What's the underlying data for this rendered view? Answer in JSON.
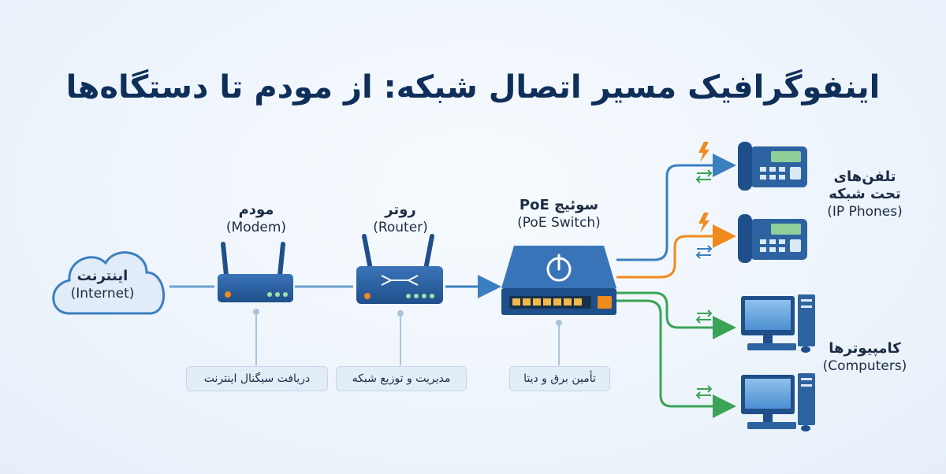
{
  "title": "اینفوگرافیک مسیر اتصال شبکه: از مودم تا دستگاه‌ها",
  "nodes": {
    "internet": {
      "fa": "اینترنت",
      "en": "(Internet)"
    },
    "modem": {
      "fa": "مودم",
      "en": "(Modem)",
      "desc": "دریافت سیگنال اینترنت"
    },
    "router": {
      "fa": "روتر",
      "en": "(Router)",
      "desc": "مدیریت و توزیع شبکه"
    },
    "switch": {
      "fa": "سوئیچ PoE",
      "en": "(PoE Switch)",
      "desc": "تأمین برق و دیتا"
    },
    "phones": {
      "fa1": "تلفن‌های",
      "fa2": "تحت شبکه",
      "en": "(IP Phones)"
    },
    "computers": {
      "fa": "کامپیوترها",
      "en": "(Computers)"
    }
  },
  "colors": {
    "blue_link": "#3b7fc0",
    "orange_power": "#f08a1c",
    "green_data": "#3aa356",
    "device_blue": "#1f4f8a",
    "title": "#0f2f5a"
  },
  "icons": [
    "cloud-icon",
    "modem-icon",
    "router-icon",
    "poe-switch-icon",
    "ip-phone-icon",
    "computer-icon",
    "lightning-icon",
    "bidirectional-arrows-icon"
  ]
}
